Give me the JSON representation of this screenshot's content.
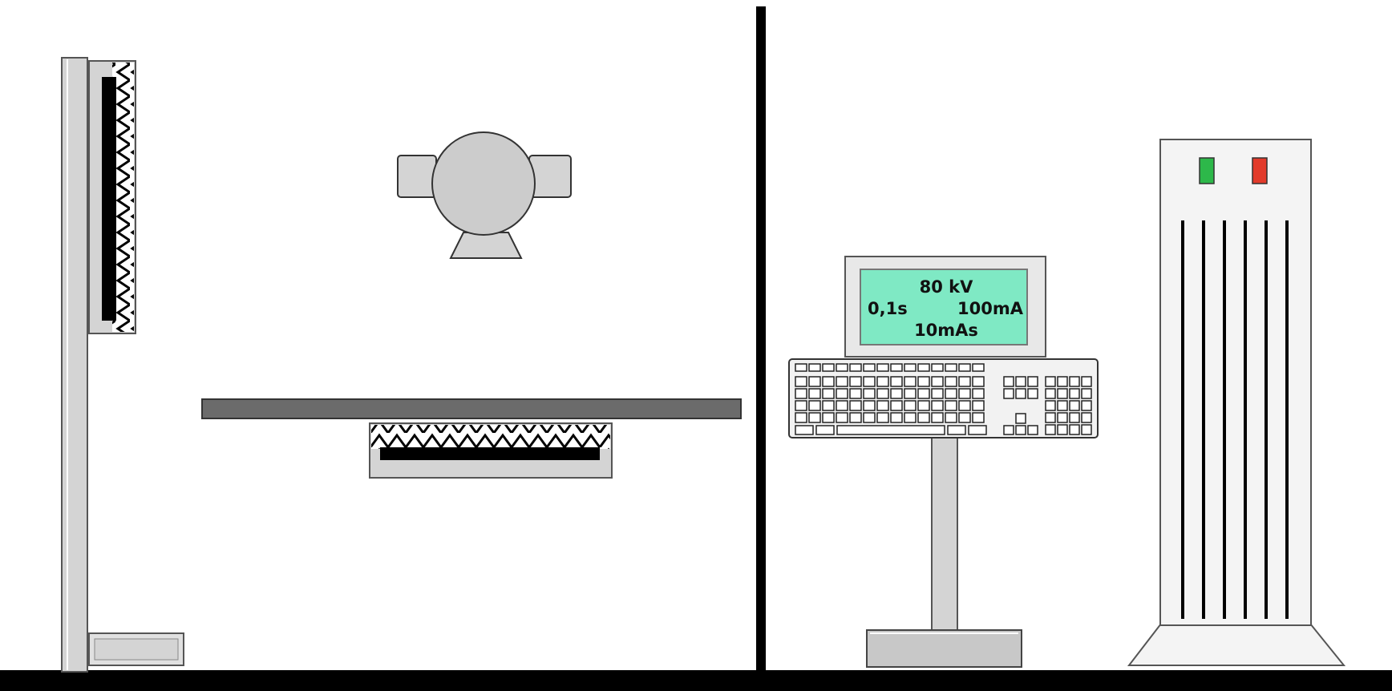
{
  "console_display": {
    "voltage": "80 kV",
    "exposure_time": "0,1s",
    "current": "100mA",
    "mas": "10mAs"
  },
  "colors": {
    "background": "#ffffff",
    "floor": "#000000",
    "wall": "#000000",
    "equipment_gray": "#d4d4d4",
    "table_top": "#6b6b6b",
    "lcd_screen": "#7fe9c4",
    "indicator_green": "#2db84a",
    "indicator_red": "#e23b2b"
  },
  "icons": {
    "detector_texture": "zigzag-pattern",
    "tube": "x-ray-tube",
    "keyboard": "keyboard"
  }
}
